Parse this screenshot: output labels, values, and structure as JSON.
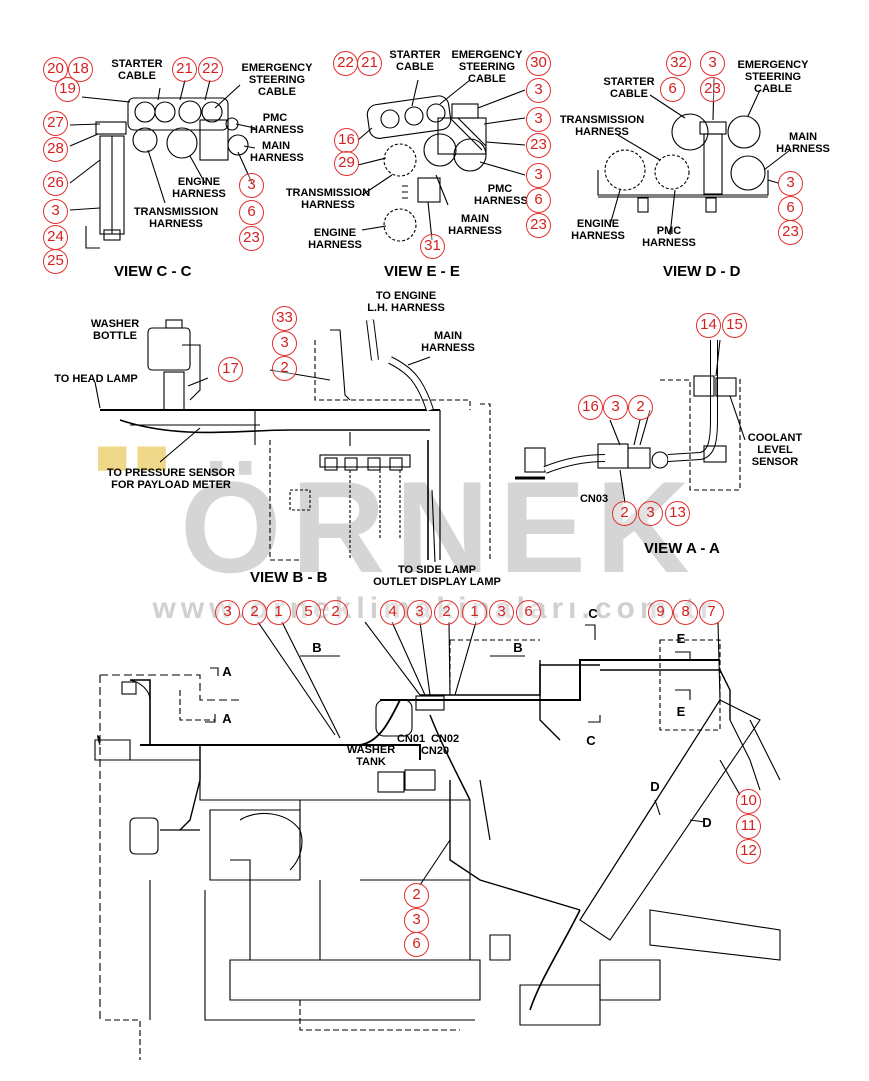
{
  "watermark": {
    "brand": "ÖRNEK",
    "url": "www.orneklimakinaları.com.tr"
  },
  "views": {
    "cc": "VIEW C - C",
    "ee": "VIEW E - E",
    "dd": "VIEW D - D",
    "bb": "VIEW B - B",
    "aa": "VIEW A - A"
  },
  "labels": {
    "cc_starter": "STARTER\nCABLE",
    "cc_emergency": "EMERGENCY\nSTEERING\nCABLE",
    "cc_pmc": "PMC\nHARNESS",
    "cc_main": "MAIN\nHARNESS",
    "cc_engine": "ENGINE\nHARNESS",
    "cc_transmission": "TRANSMISSION\nHARNESS",
    "ee_starter": "STARTER\nCABLE",
    "ee_emergency": "EMERGENCY\nSTEERING\nCABLE",
    "ee_transmission": "TRANSMISSION\nHARNESS",
    "ee_engine": "ENGINE\nHARNESS",
    "ee_pmc": "PMC\nHARNESS",
    "ee_main": "MAIN\nHARNESS",
    "dd_starter": "STARTER\nCABLE",
    "dd_emergency": "EMERGENCY\nSTEERING\nCABLE",
    "dd_transmission": "TRANSMISSION\nHARNESS",
    "dd_main": "MAIN\nHARNESS",
    "dd_engine": "ENGINE\nHARNESS",
    "dd_pmc": "PMC\nHARNESS",
    "bb_washer_bottle": "WASHER\nBOTTLE",
    "bb_head_lamp": "TO HEAD LAMP",
    "bb_to_engine": "TO ENGINE\nL.H. HARNESS",
    "bb_main": "MAIN\nHARNESS",
    "bb_pressure": "TO PRESSURE SENSOR\nFOR PAYLOAD METER",
    "bb_side_lamp": "TO SIDE LAMP\nOUTLET DISPLAY LAMP",
    "aa_coolant": "COOLANT\nLEVEL\nSENSOR",
    "aa_cn03": "CN03",
    "main_washer_tank": "WASHER\nTANK",
    "main_cn01": "CN01",
    "main_cn02": "CN02",
    "main_cn20": "CN20",
    "sec_b1": "B",
    "sec_b2": "B",
    "sec_a1": "A",
    "sec_a2": "A",
    "sec_c1": "C",
    "sec_c2": "C",
    "sec_e1": "E",
    "sec_e2": "E",
    "sec_d1": "D",
    "sec_d2": "D"
  },
  "callouts": {
    "c_20": "20",
    "c_18": "18",
    "c_19": "19",
    "c_21": "21",
    "c_22": "22",
    "c_27": "27",
    "c_28": "28",
    "c_26": "26",
    "c_3a": "3",
    "c_24": "24",
    "c_25": "25",
    "c_3b": "3",
    "c_6a": "6",
    "c_23a": "23",
    "c_22b": "22",
    "c_21b": "21",
    "c_30": "30",
    "c_3c": "3",
    "c_3d": "3",
    "c_23b": "23",
    "c_16": "16",
    "c_29": "29",
    "c_3e": "3",
    "c_6b": "6",
    "c_23c": "23",
    "c_31": "31",
    "c_32": "32",
    "c_3f": "3",
    "c_6c": "6",
    "c_23d": "23",
    "c_3g": "3",
    "c_6d": "6",
    "c_23e": "23",
    "c_33": "33",
    "c_3h": "3",
    "c_2a": "2",
    "c_17": "17",
    "c_14": "14",
    "c_15": "15",
    "c_16b": "16",
    "c_3i": "3",
    "c_2b": "2",
    "c_2c": "2",
    "c_3j": "3",
    "c_13": "13",
    "r_3a": "3",
    "r_2a": "2",
    "r_1": "1",
    "r_5": "5",
    "r_2b": "2",
    "r_4": "4",
    "r_3b": "3",
    "r_2c": "2",
    "r_1b": "1",
    "r_3c": "3",
    "r_6": "6",
    "r_9": "9",
    "r_8": "8",
    "r_7": "7",
    "r_10": "10",
    "r_11": "11",
    "r_12": "12",
    "r_2d": "2",
    "r_3d": "3",
    "r_6b": "6"
  }
}
